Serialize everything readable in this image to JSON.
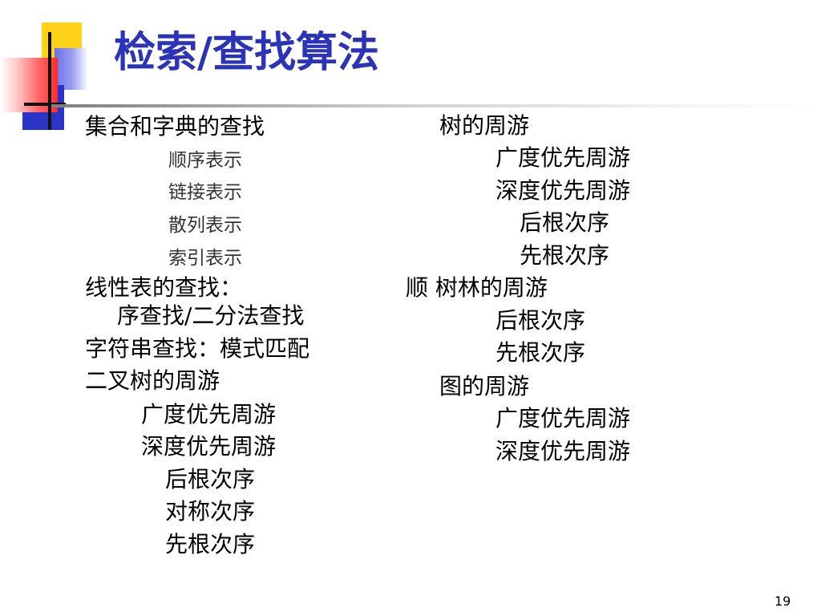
{
  "title": "检索/查找算法",
  "left_column": [
    "集合和字典的查找",
    "顺序表示",
    "链接表示",
    "散列表示",
    "索引表示",
    "线性表的查找：",
    "序查找/二分法查找",
    "字符串查找：模式匹配",
    "二叉树的周游",
    "广度优先周游",
    "深度优先周游",
    "后根次序",
    "对称次序",
    "先根次序"
  ],
  "right_column": [
    "树的周游",
    "广度优先周游",
    "深度优先周游",
    "后根次序",
    "先根次序",
    "顺 树林的周游",
    "后根次序",
    "先根次序",
    "图的周游",
    "广度优先周游",
    "深度优先周游"
  ],
  "page_number": "19"
}
